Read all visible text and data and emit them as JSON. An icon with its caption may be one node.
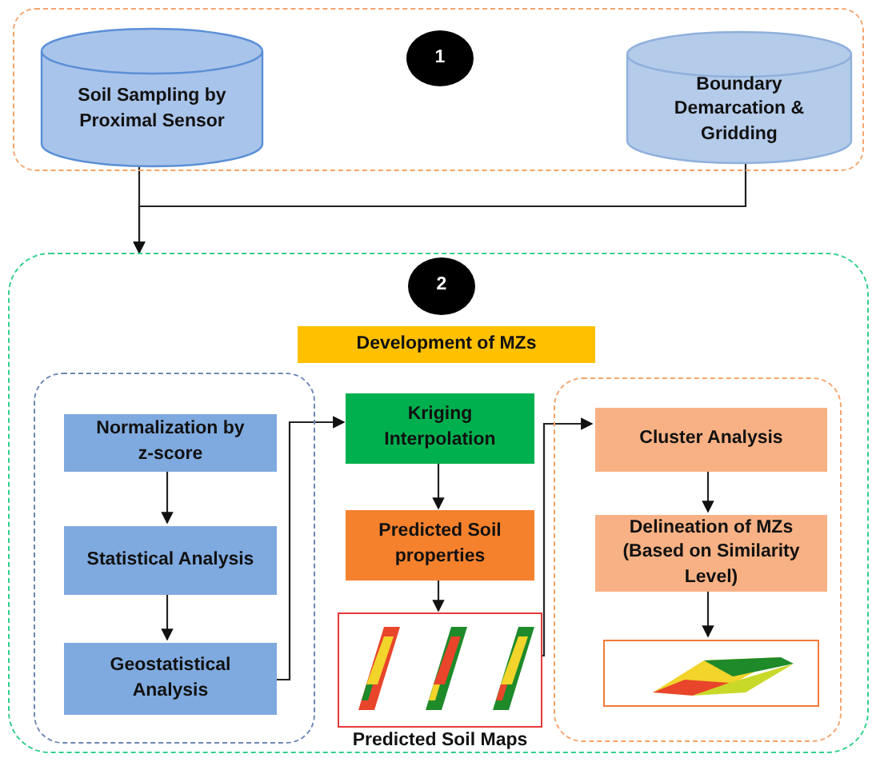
{
  "diagram": {
    "nodes": [
      {
        "text": [],
        "shape": "box"
      },
      {
        "text": [
          "Soil Sampling by Proximal Sensor"
        ],
        "in": 0
      },
      {
        "text": [
          "1"
        ],
        "in": 0
      },
      {
        "text": [
          "Boundary Demarcation & Gridding"
        ],
        "in": 0
      },
      {
        "text": [],
        "shape": "box"
      },
      {
        "text": [
          "2"
        ],
        "in": 4
      },
      {
        "text": [
          "Development of MZs"
        ],
        "in": 4
      },
      {
        "text": [],
        "shape": "box",
        "in": 4
      },
      {
        "text": [
          "Normalization by z-score"
        ],
        "in": 7
      },
      {
        "text": [
          "Statistical Analysis"
        ],
        "in": 7
      },
      {
        "text": [
          "Geostatistical Analysis"
        ],
        "in": 7
      },
      {
        "text": [
          "Kriging Interpolation"
        ],
        "in": 4
      },
      {
        "text": [
          "Predicted Soil properties"
        ],
        "in": 4
      },
      {
        "text": [],
        "shape": "picture",
        "beside": [
          "Predicted Soil Maps"
        ],
        "in": 4
      },
      {
        "text": [],
        "shape": "box",
        "in": 4
      },
      {
        "text": [
          "Cluster Analysis"
        ],
        "in": 14
      },
      {
        "text": [
          "Delineation of MZs (Based on Similarity Level)"
        ],
        "in": 14
      },
      {
        "text": [],
        "shape": "picture",
        "in": 14
      }
    ],
    "edges": [
      {
        "from": 1,
        "to": 4,
        "arrow": "to"
      },
      {
        "from": 3,
        "to": 4,
        "arrow": "to"
      },
      {
        "from": 8,
        "to": 9,
        "arrow": "to"
      },
      {
        "from": 9,
        "to": 10,
        "arrow": "to"
      },
      {
        "from": 10,
        "to": 11,
        "arrow": "to"
      },
      {
        "from": 11,
        "to": 12,
        "arrow": "to"
      },
      {
        "from": 12,
        "to": 13,
        "arrow": "to"
      },
      {
        "from": 13,
        "to": 15,
        "arrow": "to"
      },
      {
        "from": 15,
        "to": 16,
        "arrow": "to"
      },
      {
        "from": 16,
        "to": 17,
        "arrow": "to"
      }
    ]
  }
}
